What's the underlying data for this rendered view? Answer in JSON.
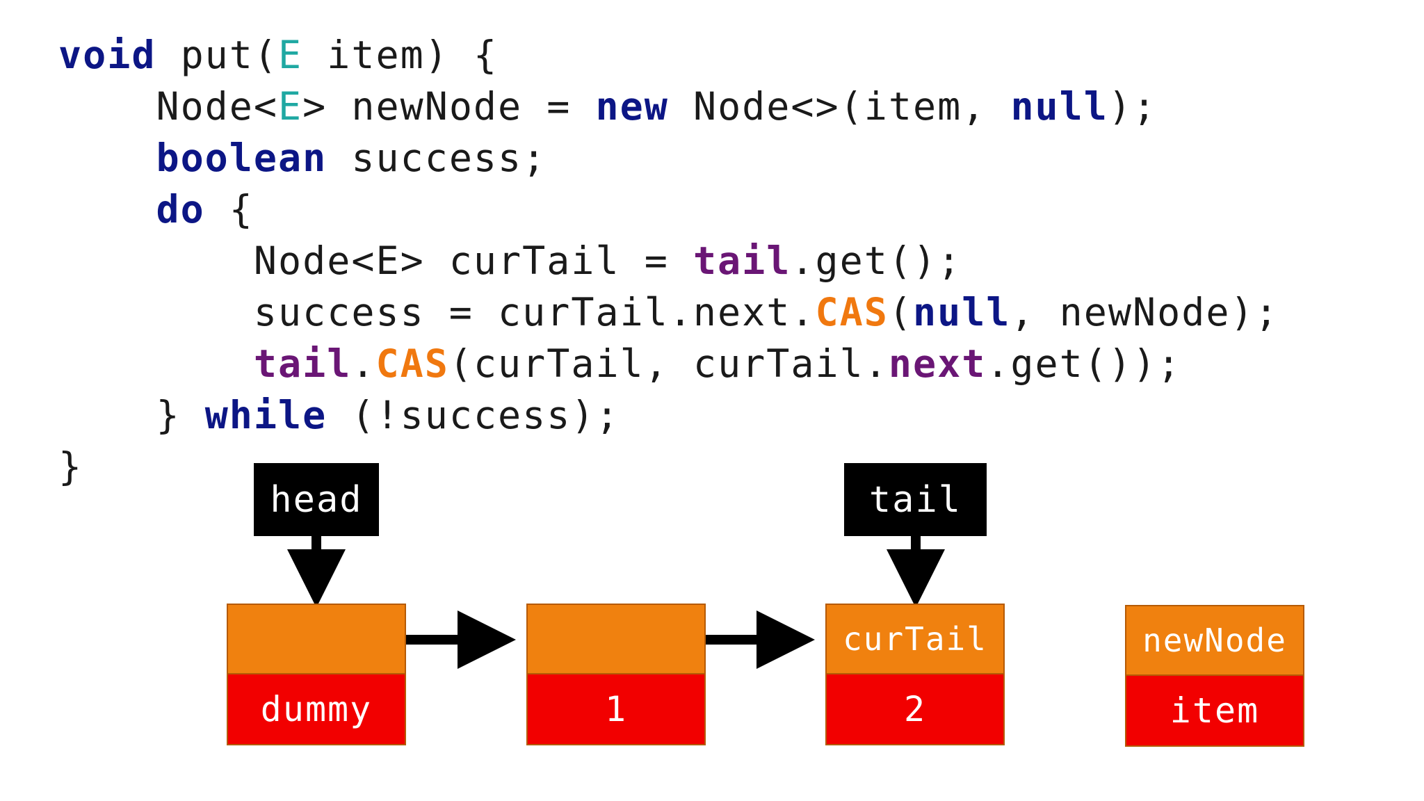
{
  "code": {
    "lines": [
      [
        {
          "t": "void",
          "c": "kw"
        },
        {
          "t": " put(",
          "c": ""
        },
        {
          "t": "E",
          "c": "ty"
        },
        {
          "t": " item) {",
          "c": ""
        }
      ],
      [
        {
          "t": "    Node<",
          "c": ""
        },
        {
          "t": "E",
          "c": "ty"
        },
        {
          "t": "> newNode = ",
          "c": ""
        },
        {
          "t": "new",
          "c": "kw"
        },
        {
          "t": " Node<>(item, ",
          "c": ""
        },
        {
          "t": "null",
          "c": "kw"
        },
        {
          "t": ");",
          "c": ""
        }
      ],
      [
        {
          "t": "    ",
          "c": ""
        },
        {
          "t": "boolean",
          "c": "kw"
        },
        {
          "t": " success;",
          "c": ""
        }
      ],
      [
        {
          "t": "    ",
          "c": ""
        },
        {
          "t": "do",
          "c": "kw"
        },
        {
          "t": " {",
          "c": ""
        }
      ],
      [
        {
          "t": "        Node<E> curTail = ",
          "c": ""
        },
        {
          "t": "tail",
          "c": "fld"
        },
        {
          "t": ".get();",
          "c": ""
        }
      ],
      [
        {
          "t": "        success = curTail.next.",
          "c": ""
        },
        {
          "t": "CAS",
          "c": "cas"
        },
        {
          "t": "(",
          "c": ""
        },
        {
          "t": "null",
          "c": "kw"
        },
        {
          "t": ", newNode);",
          "c": ""
        }
      ],
      [
        {
          "t": "        ",
          "c": ""
        },
        {
          "t": "tail",
          "c": "fld"
        },
        {
          "t": ".",
          "c": ""
        },
        {
          "t": "CAS",
          "c": "cas"
        },
        {
          "t": "(curTail, curTail.",
          "c": ""
        },
        {
          "t": "next",
          "c": "fld"
        },
        {
          "t": ".get());",
          "c": ""
        }
      ],
      [
        {
          "t": "    } ",
          "c": ""
        },
        {
          "t": "while",
          "c": "kw"
        },
        {
          "t": " (!success);",
          "c": ""
        }
      ],
      [
        {
          "t": "}",
          "c": ""
        }
      ]
    ]
  },
  "pointers": {
    "head_label": "head",
    "tail_label": "tail"
  },
  "nodes": [
    {
      "top": "",
      "bottom": "dummy"
    },
    {
      "top": "",
      "bottom": "1"
    },
    {
      "top": "curTail",
      "bottom": "2"
    },
    {
      "top": "newNode",
      "bottom": "item"
    }
  ],
  "colors": {
    "keyword": "#0c1685",
    "type": "#1fa8a2",
    "field": "#6a1675",
    "cas": "#f0780f",
    "node_top": "#f0810f",
    "node_bottom": "#f20000"
  }
}
